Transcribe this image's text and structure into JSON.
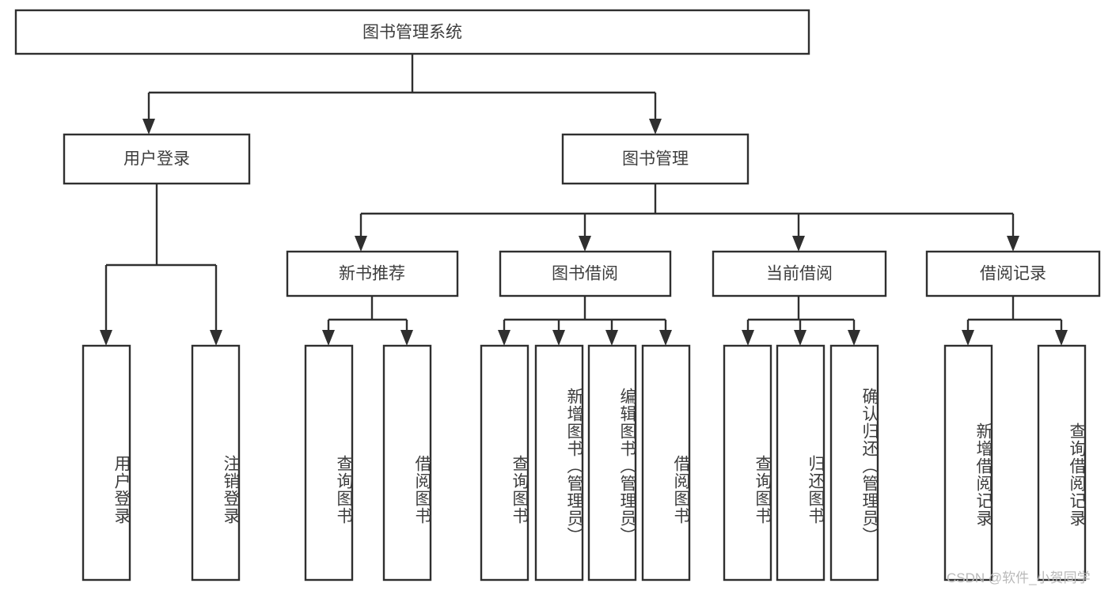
{
  "diagram": {
    "type": "hierarchy-tree",
    "title": "图书管理系统",
    "orientation": "top-down",
    "levels": 4,
    "root": {
      "id": "root",
      "label": "图书管理系统",
      "orientation": "horizontal"
    },
    "level2": [
      {
        "id": "user-login",
        "label": "用户登录",
        "orientation": "horizontal"
      },
      {
        "id": "book-manage",
        "label": "图书管理",
        "orientation": "horizontal"
      }
    ],
    "level3": [
      {
        "id": "new-book-recommend",
        "label": "新书推荐",
        "orientation": "horizontal",
        "parent": "book-manage"
      },
      {
        "id": "book-borrow",
        "label": "图书借阅",
        "orientation": "horizontal",
        "parent": "book-manage"
      },
      {
        "id": "current-borrow",
        "label": "当前借阅",
        "orientation": "horizontal",
        "parent": "book-manage"
      },
      {
        "id": "borrow-record",
        "label": "借阅记录",
        "orientation": "horizontal",
        "parent": "book-manage"
      }
    ],
    "leaves": [
      {
        "id": "leaf-user-login",
        "label": "用户登录",
        "parent": "user-login"
      },
      {
        "id": "leaf-logout-login",
        "label": "注销登录",
        "parent": "user-login"
      },
      {
        "id": "leaf-query-book-1",
        "label": "查询图书",
        "parent": "new-book-recommend"
      },
      {
        "id": "leaf-borrow-book-1",
        "label": "借阅图书",
        "parent": "new-book-recommend"
      },
      {
        "id": "leaf-query-book-2",
        "label": "查询图书",
        "parent": "book-borrow"
      },
      {
        "id": "leaf-add-book",
        "label": "新增图书（管理员）",
        "parent": "book-borrow"
      },
      {
        "id": "leaf-edit-book",
        "label": "编辑图书（管理员）",
        "parent": "book-borrow"
      },
      {
        "id": "leaf-borrow-book-2",
        "label": "借阅图书",
        "parent": "book-borrow"
      },
      {
        "id": "leaf-query-book-3",
        "label": "查询图书",
        "parent": "current-borrow"
      },
      {
        "id": "leaf-return-book",
        "label": "归还图书",
        "parent": "current-borrow"
      },
      {
        "id": "leaf-confirm-return",
        "label": "确认归还（管理员）",
        "parent": "current-borrow"
      },
      {
        "id": "leaf-add-record",
        "label": "新增借阅记录",
        "parent": "borrow-record"
      },
      {
        "id": "leaf-query-record",
        "label": "查询借阅记录",
        "parent": "borrow-record"
      }
    ]
  },
  "watermark": {
    "text": "CSDN @软件_小贺同学"
  },
  "colors": {
    "stroke": "#2f2f2f",
    "text": "#3d3d3d",
    "background": "#ffffff",
    "watermark": "#b9b9b9"
  }
}
